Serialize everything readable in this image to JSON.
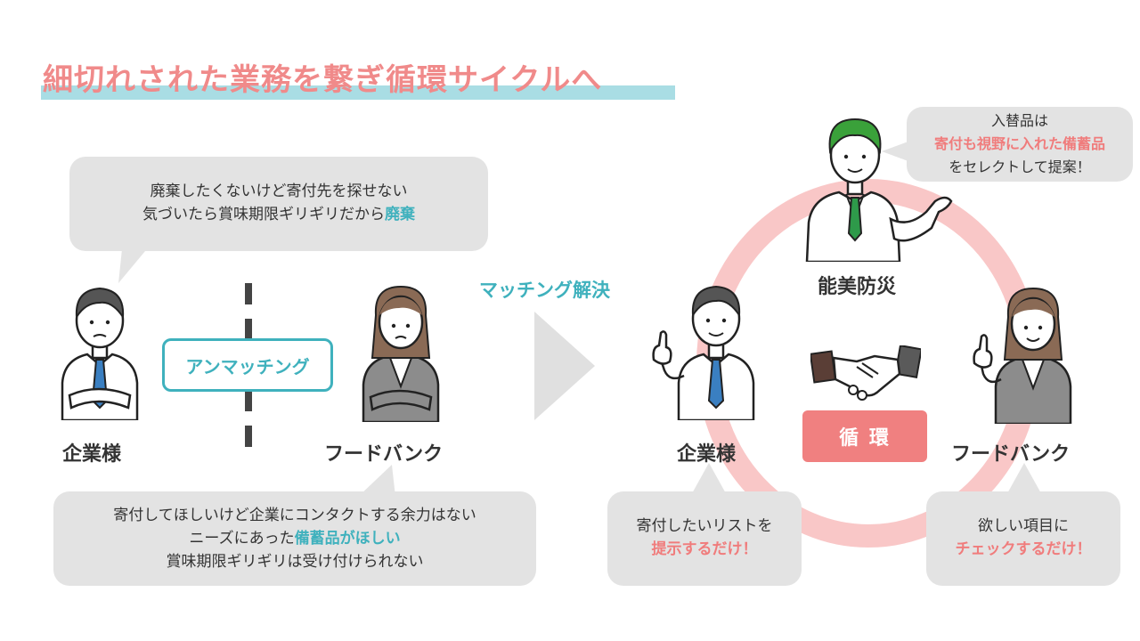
{
  "title": "細切れされた業務を繋ぎ循環サイクルへ",
  "left": {
    "top_bubble": {
      "line1": "廃棄したくないけど寄付先を探せない",
      "line2_prefix": "気づいたら賞味期限ギリギリだから",
      "line2_highlight": "廃棄"
    },
    "company_label": "企業様",
    "foodbank_label": "フードバンク",
    "mismatch_label": "アンマッチング",
    "bottom_bubble": {
      "line1": "寄付してほしいけど企業にコンタクトする余力はない",
      "line2_prefix": "ニーズにあった",
      "line2_highlight": "備蓄品がほしい",
      "line3": "賞味期限ギリギリは受け付けられない"
    }
  },
  "middle": {
    "matching_label": "マッチング解決"
  },
  "right": {
    "nomi_label": "能美防災",
    "nomi_bubble": {
      "line1": "入替品は",
      "line2_highlight": "寄付も視野に入れた備蓄品",
      "line3": "をセレクトして提案！"
    },
    "company_label": "企業様",
    "foodbank_label": "フードバンク",
    "cycle_label": "循 環",
    "company_bubble": {
      "line1": "寄付したいリストを",
      "line2_highlight": "提示するだけ！"
    },
    "foodbank_bubble": {
      "line1": "欲しい項目に",
      "line2_highlight": "チェックするだけ！"
    }
  },
  "colors": {
    "title": "#f08a8a",
    "title_underline": "#a9dde4",
    "teal": "#3fb1bd",
    "pink": "#f07c7c",
    "cycle_ring": "#f9c7c7",
    "cycle_badge": "#f08080",
    "bubble": "#e3e3e3"
  }
}
